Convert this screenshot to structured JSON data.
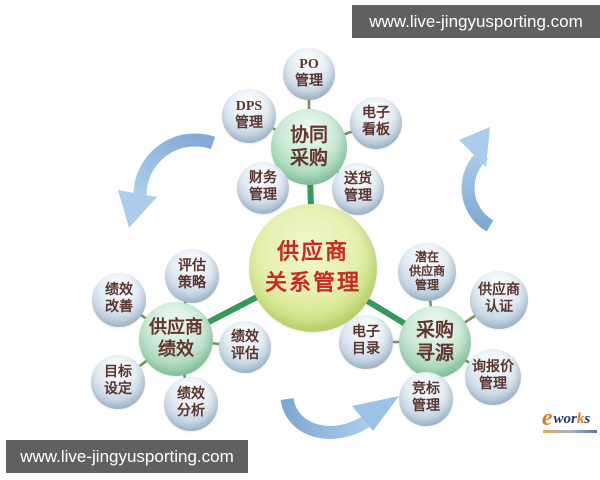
{
  "watermark": {
    "url": "www.live-jingyusporting.com"
  },
  "nodes": {
    "central": [
      "供应商",
      "关系管理"
    ],
    "hub_top": [
      "协同",
      "采购"
    ],
    "hub_left": [
      "供应商",
      "绩效"
    ],
    "hub_right": [
      "采购",
      "寻源"
    ],
    "po": [
      "PO",
      "管理"
    ],
    "dps": [
      "DPS",
      "管理"
    ],
    "kanban": [
      "电子",
      "看板"
    ],
    "finance": [
      "财务",
      "管理"
    ],
    "delivery": [
      "送货",
      "管理"
    ],
    "eval_strategy": [
      "评估",
      "策略"
    ],
    "perf_improve": [
      "绩效",
      "改善"
    ],
    "goal_setting": [
      "目标",
      "设定"
    ],
    "perf_analysis": [
      "绩效",
      "分析"
    ],
    "perf_eval": [
      "绩效",
      "评估"
    ],
    "potential": [
      "潜在",
      "供应商",
      "管理"
    ],
    "cert": [
      "供应商",
      "认证"
    ],
    "rfq": [
      "询报价",
      "管理"
    ],
    "bidding": [
      "竞标",
      "管理"
    ],
    "catalog": [
      "电子",
      "目录"
    ]
  },
  "logo": {
    "e": "e",
    "wor": "wor",
    "k": "k",
    "s": "s"
  },
  "colors": {
    "connector_thick": "#34995a",
    "connector_thin": "#74955c",
    "arrow_blue_dark": "#7fa8d3",
    "arrow_blue_light": "#abcdea",
    "satellite_fill": "#b8cbdc",
    "hub_fill": "#8fceaa",
    "central_fill": "#c7e078",
    "central_text": "#ce2621",
    "node_text": "#593530",
    "watermark_bg": "#606060",
    "logo_orange": "#e87722",
    "logo_navy": "#1f3864"
  }
}
